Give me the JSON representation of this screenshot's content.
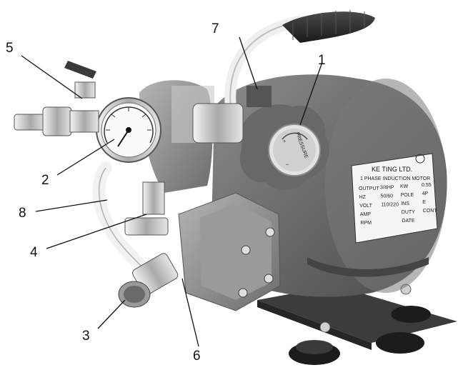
{
  "callouts": [
    "1",
    "2",
    "3",
    "4",
    "5",
    "6",
    "7",
    "8"
  ],
  "nameplate": {
    "maker": "KE TING LTD.",
    "motor": "1 PHASE INDUCTION MOTOR",
    "rows": [
      [
        "OUTPUT",
        "3/4HP",
        "KW",
        "0.55"
      ],
      [
        "HZ",
        "50/60",
        "POLE",
        "4P"
      ],
      [
        "VOLT",
        "110/220",
        "INS",
        "E"
      ],
      [
        "AMP",
        "",
        "DUTY",
        "CONT"
      ],
      [
        "RPM",
        "",
        "DATE",
        ""
      ]
    ]
  },
  "knob_label": "PRESSURE",
  "knob_signs": [
    "+",
    "–"
  ],
  "colors": {
    "motor_body": "#6f6f6f",
    "pump_body": "#8a8a8a",
    "chrome": "#d8d8d8",
    "hose": "#f2f2f2",
    "handle_grip": "#2a2a2a"
  }
}
